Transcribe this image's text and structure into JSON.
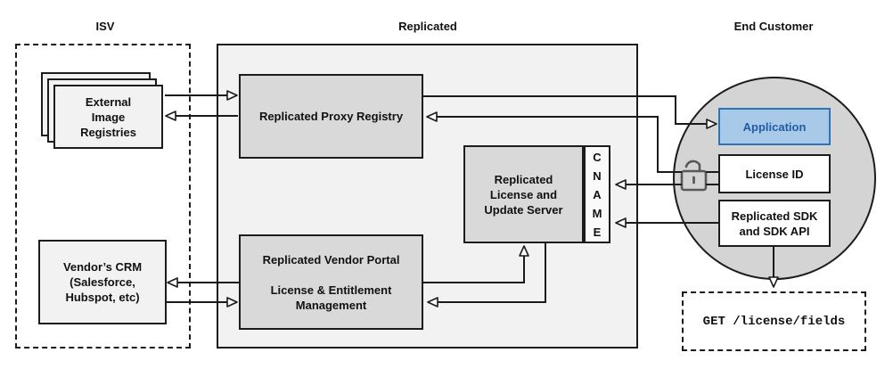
{
  "titles": {
    "isv": "ISV",
    "replicated": "Replicated",
    "end_customer": "End Customer"
  },
  "nodes": {
    "external_image_registries": "External\nImage\nRegistries",
    "vendors_crm": "Vendor’s CRM\n(Salesforce,\nHubspot, etc)",
    "replicated_proxy_registry": "Replicated Proxy Registry",
    "replicated_license_update_server": "Replicated\nLicense and\nUpdate Server",
    "cname": "CNAME",
    "replicated_vendor_portal": "Replicated Vendor Portal\n\nLicense & Entitlement\nManagement",
    "application": "Application",
    "license_id": "License ID",
    "replicated_sdk": "Replicated SDK\nand SDK API",
    "get_license_fields": "GET /license/fields"
  },
  "icons": {
    "unlock": "unlocked-padlock-icon"
  },
  "colors": {
    "application_fill": "#a9c9e9",
    "application_border": "#2e74b5",
    "application_text": "#1f5da6",
    "node_fill_gray": "#d9d9d9",
    "panel_fill": "#f2f2f2",
    "circle_fill": "#d4d4d4",
    "line_color": "#1a1a1a"
  },
  "edges": [
    {
      "from": "external-image-registries",
      "to": "replicated-proxy-registry"
    },
    {
      "from": "replicated-proxy-registry",
      "to": "external-image-registries"
    },
    {
      "from": "replicated-proxy-registry",
      "to": "application"
    },
    {
      "from": "license-id",
      "to": "replicated-proxy-registry"
    },
    {
      "from": "license-id",
      "to": "cname"
    },
    {
      "from": "replicated-sdk-and-sdk-api",
      "to": "cname"
    },
    {
      "from": "replicated-vendor-portal",
      "to": "replicated-license-and-update-server"
    },
    {
      "from": "replicated-license-and-update-server",
      "to": "replicated-vendor-portal"
    },
    {
      "from": "replicated-vendor-portal",
      "to": "vendors-crm"
    },
    {
      "from": "vendors-crm",
      "to": "replicated-vendor-portal"
    },
    {
      "from": "replicated-sdk-and-sdk-api",
      "to": "get-license-fields"
    }
  ]
}
